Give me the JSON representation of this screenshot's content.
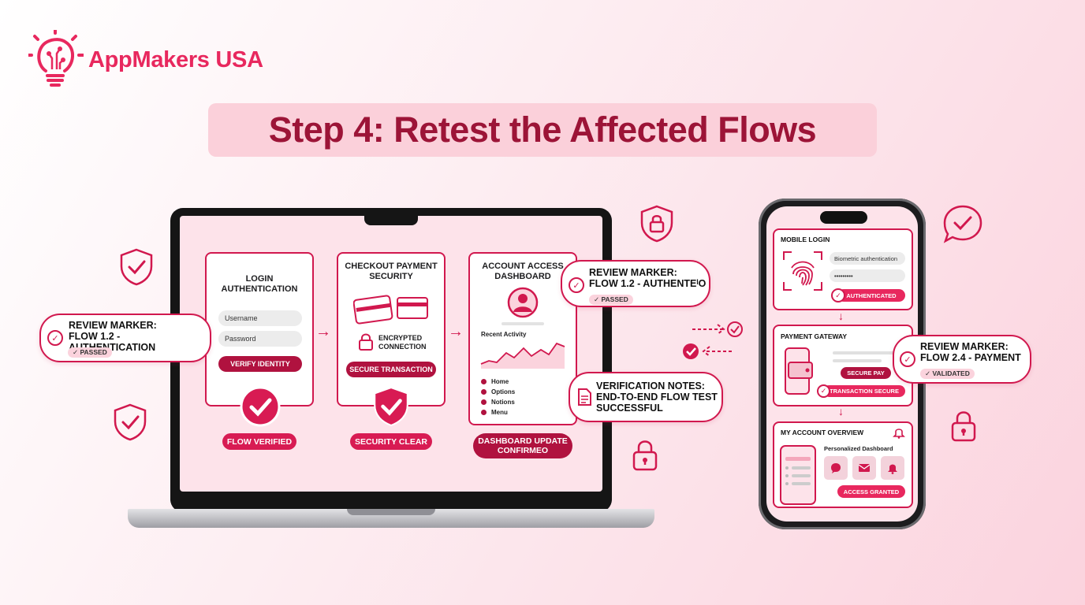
{
  "brand": {
    "name": "AppMakers USA",
    "accent": "#e8285e",
    "dark_accent": "#b0123f"
  },
  "title": "Step 4: Retest the Affected Flows",
  "laptop": {
    "login": {
      "title": "LOGIN\nAUTHENTICATION",
      "username_placeholder": "Username",
      "password_placeholder": "Password",
      "button": "VERIFY IDENTITY",
      "badge": "FLOW VERIFIED"
    },
    "checkout": {
      "title": "CHECKOUT PAYMENT\nSECURITY",
      "encrypted": "ENCRYPTED\nCONNECTION",
      "button": "SECURE TRANSACTION",
      "badge": "SECURITY CLEAR"
    },
    "dashboard": {
      "title": "ACCOUNT ACCESS\nDASHBOARD",
      "recent_activity": "Recent Activity",
      "menu": [
        "Home",
        "Options",
        "Notions",
        "Menu"
      ],
      "badge": "DASHBOARD UPDATE\nCONFIRMEO"
    }
  },
  "callouts": {
    "left": {
      "line1": "REVIEW MARKER:",
      "line2": "FLOW 1.2 - AUTHENTICATION",
      "chip": "✓ PASSED"
    },
    "top": {
      "line1": "REVIEW MARKER:",
      "line2": "FLOW 1.2 - AUTHENTEᴵO",
      "chip": "✓ PASSED"
    },
    "notes": {
      "line1": "VERIFICATION NOTES:",
      "line2": "END-TO-END FLOW TEST",
      "line3": "SUCCESSFUL"
    },
    "right": {
      "line1": "REVIEW MARKER:",
      "line2": "FLOW 2.4 - PAYMENT",
      "chip": "✓ VALIDATED"
    }
  },
  "phone": {
    "mobile_login": {
      "title": "MOBILE LOGIN",
      "field1": "Biometric authentication",
      "field2": "•••••••••",
      "button": "AUTHENTICATED"
    },
    "payment": {
      "title": "PAYMENT GATEWAY",
      "button1": "SECURE PAY",
      "button2": "TRANSACTION SECURE"
    },
    "account": {
      "title": "MY ACCOUNT OVERVIEW",
      "subtitle": "Personalized Dashboard",
      "button": "ACCESS GRANTED"
    }
  },
  "icons": [
    "lightbulb-circuit-icon",
    "shield-check-icon",
    "shield-lock-icon",
    "padlock-icon",
    "chat-check-icon",
    "fingerprint-icon",
    "wallet-icon",
    "credit-card-icon",
    "bell-icon",
    "mail-icon",
    "user-avatar-icon",
    "document-icon"
  ]
}
